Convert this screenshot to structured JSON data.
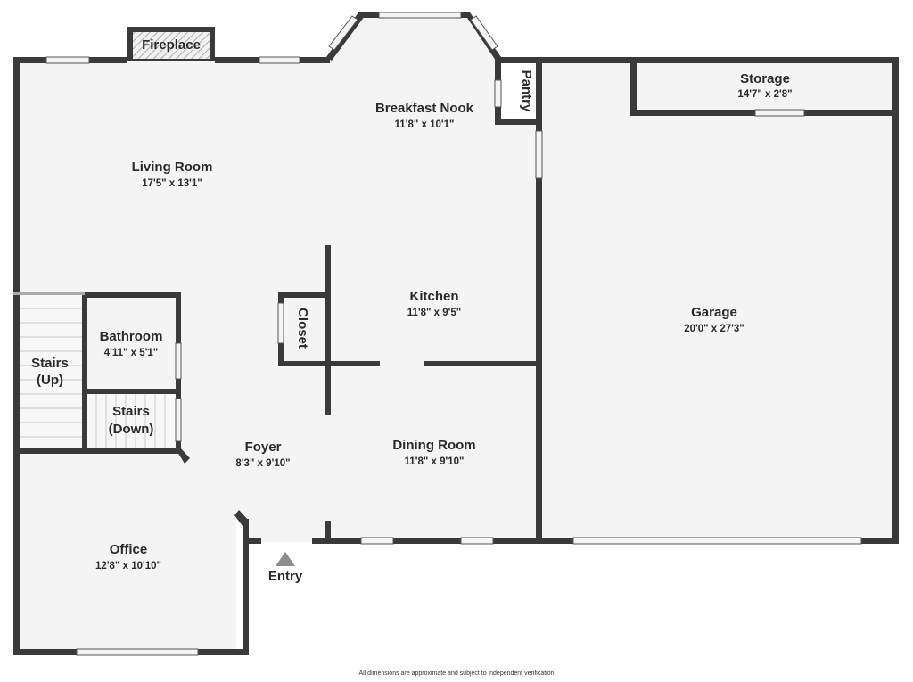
{
  "rooms": {
    "fireplace": {
      "name": "Fireplace"
    },
    "living_room": {
      "name": "Living Room",
      "dims": "17'5\" x 13'1\""
    },
    "breakfast_nook": {
      "name": "Breakfast Nook",
      "dims": "11'8\" x 10'1\""
    },
    "pantry": {
      "name": "Pantry"
    },
    "storage": {
      "name": "Storage",
      "dims": "14'7\" x 2'8\""
    },
    "kitchen": {
      "name": "Kitchen",
      "dims": "11'8\" x 9'5\""
    },
    "closet": {
      "name": "Closet"
    },
    "garage": {
      "name": "Garage",
      "dims": "20'0\" x 27'3\""
    },
    "bathroom": {
      "name": "Bathroom",
      "dims": "4'11\" x 5'1\""
    },
    "stairs_up": {
      "line1": "Stairs",
      "line2": "(Up)"
    },
    "stairs_down": {
      "line1": "Stairs",
      "line2": "(Down)"
    },
    "foyer": {
      "name": "Foyer",
      "dims": "8'3\" x 9'10\""
    },
    "dining_room": {
      "name": "Dining Room",
      "dims": "11'8\" x 9'10\""
    },
    "office": {
      "name": "Office",
      "dims": "12'8\" x 10'10\""
    }
  },
  "entry": {
    "label": "Entry"
  },
  "footer": {
    "disclaimer": "All dimensions are approximate and subject to independent verification"
  },
  "colors": {
    "wall": "#3a3a3a",
    "floor": "#f4f4f4",
    "stairs": "#f7f7f7",
    "background": "#ffffff"
  }
}
